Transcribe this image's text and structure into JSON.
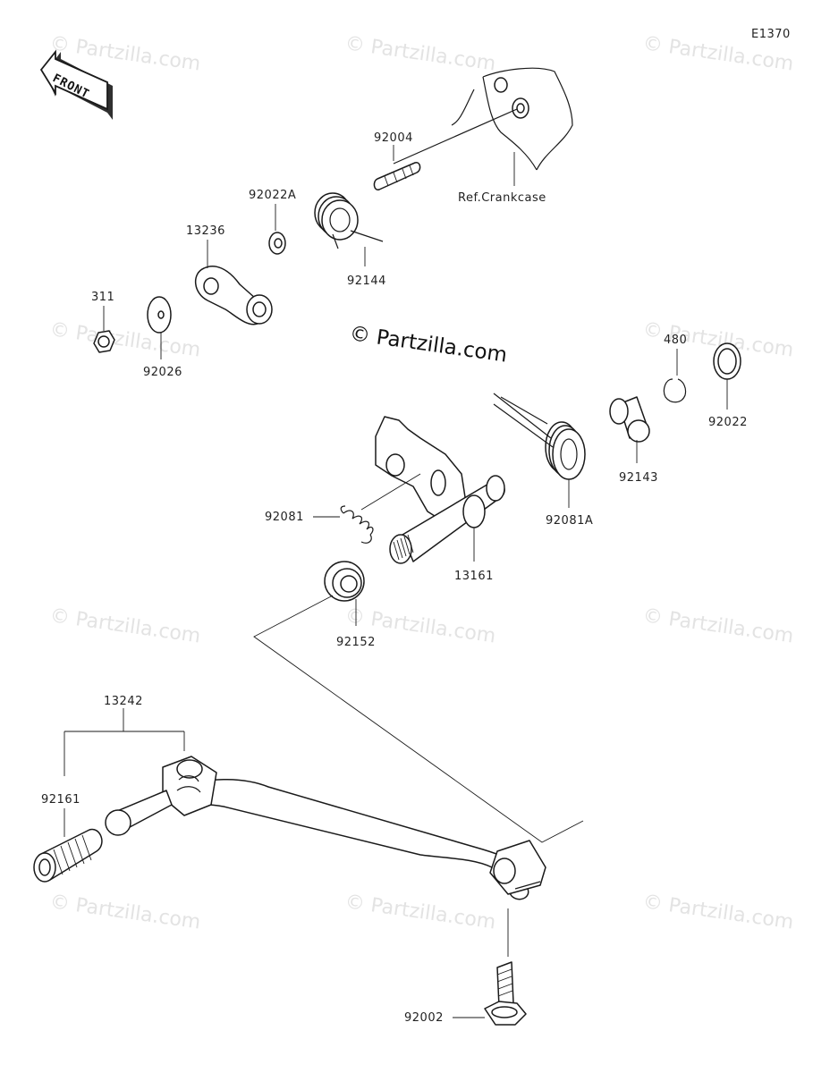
{
  "diagram_code": "E1370",
  "front_arrow_label": "FRONT",
  "copyright": "© Partzilla.com",
  "watermark": "© Partzilla.com",
  "reference_label": "Ref.Crankcase",
  "parts": {
    "p92004": "92004",
    "p92022A": "92022A",
    "p13236": "13236",
    "p92144": "92144",
    "p311": "311",
    "p92026": "92026",
    "p480": "480",
    "p92022": "92022",
    "p92143": "92143",
    "p92081": "92081",
    "p92081A": "92081A",
    "p13161": "13161",
    "p92152": "92152",
    "p13242": "13242",
    "p92161": "92161",
    "p92002": "92002"
  }
}
